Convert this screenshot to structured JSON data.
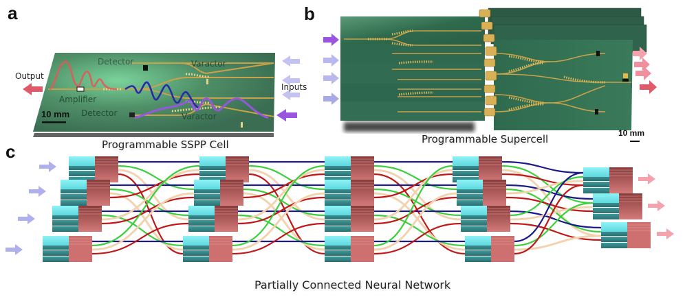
{
  "figure": {
    "panels": [
      {
        "letter": "a",
        "caption": "Programmable SSPP Cell",
        "labels": {
          "output": "Output",
          "inputs": "Inputs",
          "amplifier": "Amplifier",
          "detector_top": "Detector",
          "detector_bottom": "Detector",
          "varactor_top": "Varactor",
          "varactor_bottom": "Varactor",
          "scale_bar": "10 mm"
        },
        "input_arrow_count": 4,
        "output_arrow_count": 1,
        "waveform_colors": {
          "output": "#e05a5a",
          "input_blue": "#2a2aa8",
          "input_purple": "#9a55e0"
        }
      },
      {
        "letter": "b",
        "caption": "Programmable Supercell",
        "labels": {
          "scale_bar": "10 mm"
        },
        "input_arrow_count": 4,
        "output_arrow_count": 4,
        "input_board_count": 4,
        "output_board_count": 4
      },
      {
        "letter": "c",
        "caption": "Partially Connected Neural Network",
        "layers": [
          {
            "name": "layer-1",
            "cells": 4
          },
          {
            "name": "layer-2",
            "cells": 4
          },
          {
            "name": "layer-3",
            "cells": 4
          },
          {
            "name": "layer-4",
            "cells": 4
          },
          {
            "name": "output-layer",
            "cells": 3
          }
        ],
        "input_arrow_count": 4,
        "output_arrow_count": 3,
        "connection_colors": [
          "#1a1a8a",
          "#3ccf3c",
          "#f2d3b0",
          "#c01818"
        ]
      }
    ],
    "colors": {
      "pcb_green": "#3f7a5a",
      "gold_trace": "#c9a24a",
      "cell_cyan": "#6fe3e8",
      "cell_red": "#c26a6a",
      "input_arrow": "#a9a9e6",
      "input_arrow_active": "#9a55e0",
      "output_arrow": "#f3a2ae",
      "output_arrow_strong": "#e05a6a"
    }
  }
}
